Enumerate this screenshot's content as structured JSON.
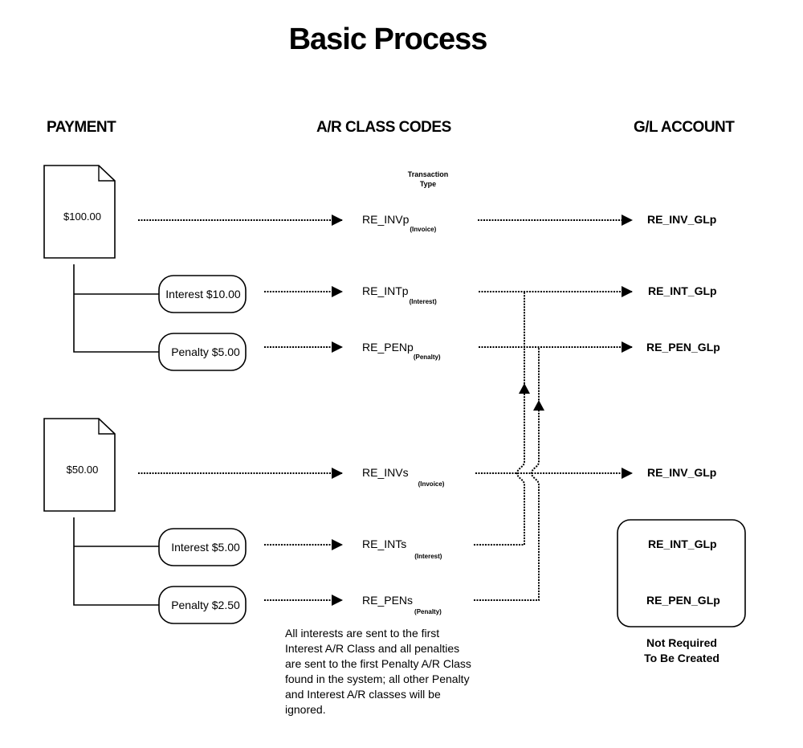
{
  "title": "Basic Process",
  "columns": {
    "payment": "PAYMENT",
    "ar_class_codes": "A/R CLASS CODES",
    "gl_account": "G/L ACCOUNT"
  },
  "transaction_type_label": [
    "Transaction",
    "Type"
  ],
  "payments": [
    {
      "amount": "$100.00",
      "items": [
        {
          "label": "Interest $10.00"
        },
        {
          "label": "Penalty $5.00"
        }
      ]
    },
    {
      "amount": "$50.00",
      "items": [
        {
          "label": "Interest $5.00"
        },
        {
          "label": "Penalty $2.50"
        }
      ]
    }
  ],
  "ar_codes": [
    {
      "code": "RE_INVp",
      "type": "(Invoice)"
    },
    {
      "code": "RE_INTp",
      "type": "(Interest)"
    },
    {
      "code": "RE_PENp",
      "type": "(Penalty)"
    },
    {
      "code": "RE_INVs",
      "type": "(Invoice)"
    },
    {
      "code": "RE_INTs",
      "type": "(Interest)"
    },
    {
      "code": "RE_PENs",
      "type": "(Penalty)"
    }
  ],
  "gl_accounts": [
    "RE_INV_GLp",
    "RE_INT_GLp",
    "RE_PEN_GLp",
    "RE_INV_GLp"
  ],
  "not_required_box": {
    "accounts": [
      "RE_INT_GLp",
      "RE_PEN_GLp"
    ],
    "caption": [
      "Not Required",
      "To Be Created"
    ]
  },
  "note": "All interests are sent to the first Interest A/R Class and all penalties are sent to the first Penalty A/R Class found in the system; all other Penalty and Interest A/R classes will be ignored.",
  "flows": [
    {
      "from": "$100.00",
      "to": "RE_INVp"
    },
    {
      "from": "Interest $10.00",
      "to": "RE_INTp"
    },
    {
      "from": "Penalty $5.00",
      "to": "RE_PENp"
    },
    {
      "from": "$50.00",
      "to": "RE_INVs"
    },
    {
      "from": "Interest $5.00",
      "to": "RE_INTs"
    },
    {
      "from": "Penalty $2.50",
      "to": "RE_PENs"
    },
    {
      "from": "RE_INVp",
      "to": "RE_INV_GLp"
    },
    {
      "from": "RE_INTp",
      "to": "RE_INT_GLp"
    },
    {
      "from": "RE_PENp",
      "to": "RE_PEN_GLp"
    },
    {
      "from": "RE_INVs",
      "to": "RE_INV_GLp"
    },
    {
      "from": "RE_INTs",
      "to": "RE_INT_GLp",
      "via": "RE_INTp"
    },
    {
      "from": "RE_PENs",
      "to": "RE_PEN_GLp",
      "via": "RE_PENp"
    }
  ]
}
